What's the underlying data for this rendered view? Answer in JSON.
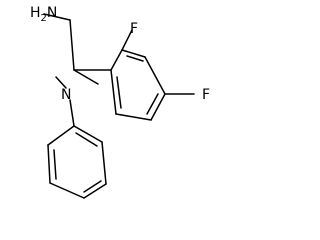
{
  "molecule": {
    "atoms": {
      "amine": "H2N",
      "amine_main": "H",
      "amine_sub": "2",
      "amine_tail": "N",
      "nitrogen": "N",
      "fluorine_ortho": "F",
      "fluorine_para": "F"
    },
    "colors": {
      "bond": "#000000",
      "label": "#000000",
      "background": "#ffffff"
    }
  }
}
